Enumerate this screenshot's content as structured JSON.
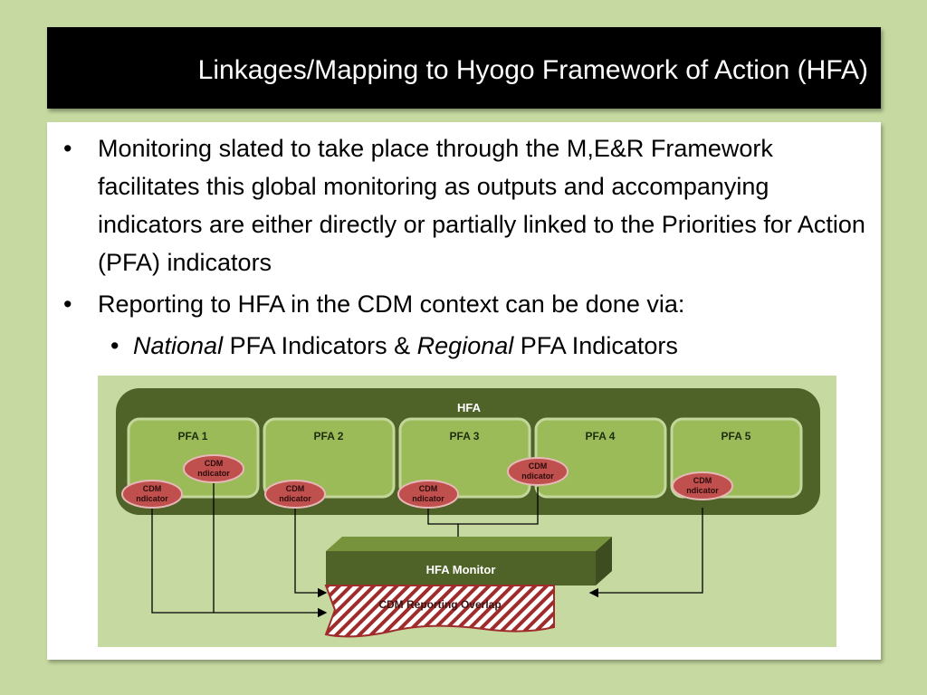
{
  "slide": {
    "title": "Linkages/Mapping to Hyogo Framework of Action (HFA)",
    "bullet_char": "•",
    "bullets": [
      "Monitoring slated to take place through the M,E&R Framework facilitates this global monitoring as outputs and accompanying indicators are either directly or partially linked to the Priorities for Action (PFA) indicators",
      "Reporting to HFA in the CDM context can be done via:"
    ],
    "sub_bullet": {
      "part1": "National",
      "part2": " PFA Indicators & ",
      "part3": "Regional",
      "part4": " PFA Indicators"
    }
  },
  "diagram": {
    "outer_label": "HFA",
    "pfa_labels": [
      "PFA 1",
      "PFA 2",
      "PFA 3",
      "PFA 4",
      "PFA 5"
    ],
    "indicator_line1": "CDM",
    "indicator_line2": "ndicator",
    "monitor_label": "HFA Monitor",
    "overlap_label": "CDM Reporting Overlap",
    "colors": {
      "background": "#c5d9a0",
      "outer_box": "#4f6228",
      "pfa_fill": "#9bbb59",
      "pfa_border": "#c3d69b",
      "indicator_fill": "#c0504d",
      "indicator_border": "#e6b9b8",
      "hatch": "#a02b2b"
    }
  }
}
